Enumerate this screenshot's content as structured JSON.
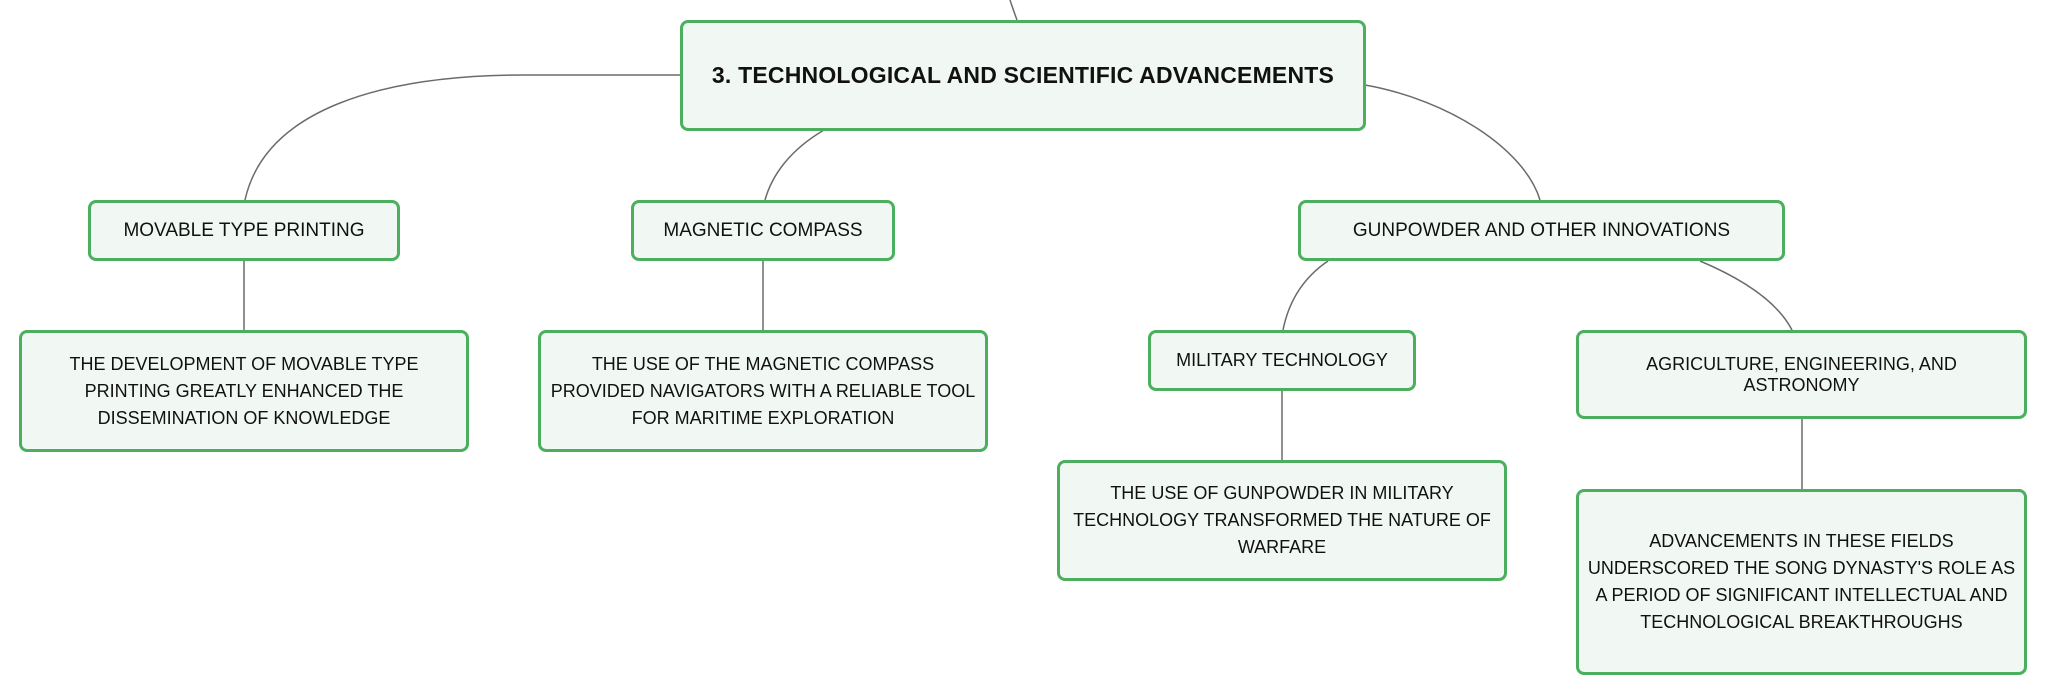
{
  "colors": {
    "node_border": "#4caf5f",
    "node_fill": "#f1f8f3",
    "connector": "#6b6b6b",
    "text": "#111111"
  },
  "mindmap": {
    "root": {
      "label": "3. TECHNOLOGICAL AND SCIENTIFIC ADVANCEMENTS"
    },
    "branches": [
      {
        "label": "MOVABLE TYPE PRINTING",
        "children": [
          {
            "label": "THE DEVELOPMENT OF MOVABLE TYPE PRINTING GREATLY ENHANCED THE DISSEMINATION OF KNOWLEDGE"
          }
        ]
      },
      {
        "label": "MAGNETIC COMPASS",
        "children": [
          {
            "label": "THE USE OF THE MAGNETIC COMPASS PROVIDED NAVIGATORS WITH A RELIABLE TOOL FOR MARITIME EXPLORATION"
          }
        ]
      },
      {
        "label": "GUNPOWDER AND OTHER INNOVATIONS",
        "children": [
          {
            "label": "MILITARY TECHNOLOGY",
            "children": [
              {
                "label": "THE USE OF GUNPOWDER IN MILITARY TECHNOLOGY TRANSFORMED THE NATURE OF WARFARE"
              }
            ]
          },
          {
            "label": "AGRICULTURE, ENGINEERING, AND ASTRONOMY",
            "children": [
              {
                "label": "ADVANCEMENTS IN THESE FIELDS UNDERSCORED THE SONG DYNASTY'S ROLE AS A PERIOD OF SIGNIFICANT INTELLECTUAL AND TECHNOLOGICAL BREAKTHROUGHS"
              }
            ]
          }
        ]
      }
    ]
  }
}
